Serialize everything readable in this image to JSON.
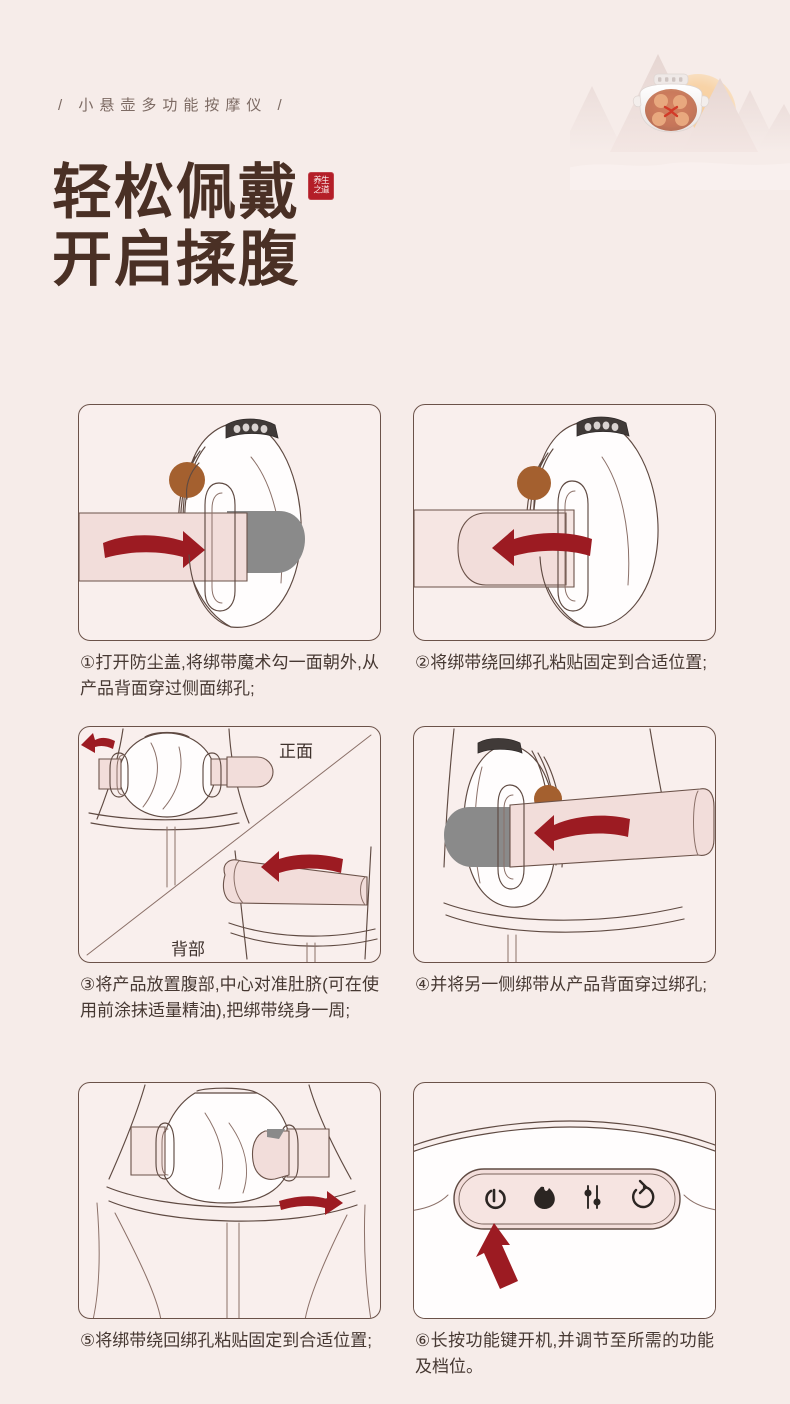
{
  "meta": {
    "background_color": "#f6ece9",
    "accent_color": "#9c1b22",
    "title_color": "#4a3025",
    "panel_fill": "#f9efed",
    "panel_border": "#6b5249",
    "strap_color": "#f2ddda"
  },
  "header": {
    "eyebrow": "/ 小悬壶多功能按摩仪 /",
    "title_line_1": "轻松佩戴",
    "title_line_2": "开启揉腹",
    "seal_text": "养生之道",
    "decoration": "mountain-landscape-with-product-photo"
  },
  "steps": [
    {
      "number": "①",
      "caption": "①打开防尘盖,将绑带魔术勾一面朝外,从产品背面穿过侧面绑孔;",
      "illustration": "device-front-strap-threading-right",
      "arrow_direction": "right",
      "labels": []
    },
    {
      "number": "②",
      "caption": "②将绑带绕回绑孔粘贴固定到合适位置;",
      "illustration": "device-strap-folded-back-left",
      "arrow_direction": "left",
      "labels": []
    },
    {
      "number": "③",
      "caption": "③将产品放置腹部,中心对准肚脐(可在使用前涂抹适量精油),把绑带绕身一周;",
      "illustration": "abdomen-placement-front-and-back-split",
      "arrow_direction": "left",
      "labels": [
        {
          "text": "正面",
          "position": "top-right"
        },
        {
          "text": "背部",
          "position": "bottom-left"
        }
      ]
    },
    {
      "number": "④",
      "caption": "④并将另一侧绑带从产品背面穿过绑孔;",
      "illustration": "other-side-strap-through-back-hole",
      "arrow_direction": "left",
      "labels": []
    },
    {
      "number": "⑤",
      "caption": "⑤将绑带绕回绑孔粘贴固定到合适位置;",
      "illustration": "worn-on-waist-strap-secured",
      "arrow_direction": "right",
      "labels": []
    },
    {
      "number": "⑥",
      "caption": "⑥长按功能键开机,并调节至所需的功能及档位。",
      "illustration": "control-panel-buttons-with-pointer",
      "arrow_direction": "up",
      "labels": [],
      "control_panel": {
        "buttons": [
          {
            "icon": "power-icon",
            "name": "power-button"
          },
          {
            "icon": "flame-icon",
            "name": "heat-button"
          },
          {
            "icon": "sliders-icon",
            "name": "level-button"
          },
          {
            "icon": "cycle-icon",
            "name": "mode-button"
          }
        ],
        "pointer_target": "power-button"
      }
    }
  ]
}
